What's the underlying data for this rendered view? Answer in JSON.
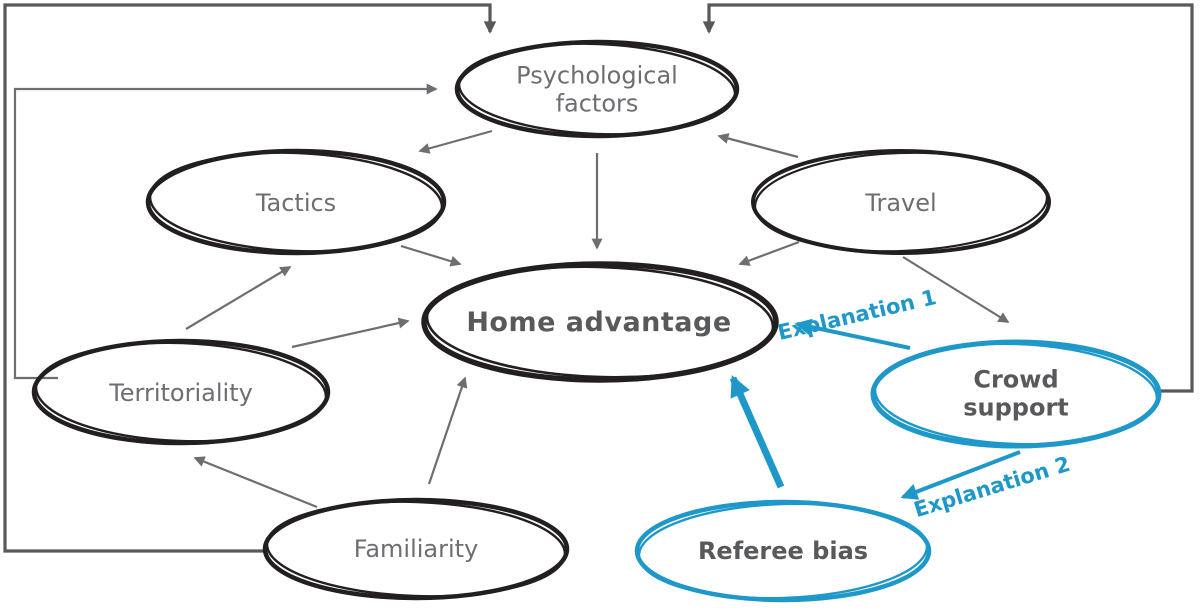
{
  "diagram": {
    "background": "#ffffff",
    "colors": {
      "node_stroke_black": "#231f20",
      "node_stroke_blue": "#1e97c9",
      "arrow_gray_thin": "#6d6e71",
      "arrow_gray_outer": "#58595b",
      "label_gray": "#6d6e71",
      "label_gray_bold": "#58595b",
      "edge_label_blue": "#1e97c9"
    },
    "nodes": [
      {
        "id": "psychological-factors",
        "label": "Psychological factors",
        "style": "plain-black"
      },
      {
        "id": "tactics",
        "label": "Tactics",
        "style": "plain-black"
      },
      {
        "id": "travel",
        "label": "Travel",
        "style": "plain-black"
      },
      {
        "id": "home-advantage",
        "label": "Home advantage",
        "style": "bold-black"
      },
      {
        "id": "territoriality",
        "label": "Territoriality",
        "style": "plain-black"
      },
      {
        "id": "familiarity",
        "label": "Familiarity",
        "style": "plain-black"
      },
      {
        "id": "crowd-support",
        "label": "Crowd support",
        "style": "bold-blue"
      },
      {
        "id": "referee-bias",
        "label": "Referee bias",
        "style": "bold-blue"
      }
    ],
    "edges": [
      {
        "from": "psychological-factors",
        "to": "tactics",
        "color": "gray"
      },
      {
        "from": "psychological-factors",
        "to": "home-advantage",
        "color": "gray"
      },
      {
        "from": "travel",
        "to": "psychological-factors",
        "color": "gray"
      },
      {
        "from": "travel",
        "to": "home-advantage",
        "color": "gray"
      },
      {
        "from": "travel",
        "to": "crowd-support",
        "color": "gray"
      },
      {
        "from": "tactics",
        "to": "home-advantage",
        "color": "gray"
      },
      {
        "from": "territoriality",
        "to": "tactics",
        "color": "gray"
      },
      {
        "from": "territoriality",
        "to": "home-advantage",
        "color": "gray"
      },
      {
        "from": "territoriality",
        "to": "psychological-factors",
        "color": "gray",
        "route": "left-bracket"
      },
      {
        "from": "familiarity",
        "to": "territoriality",
        "color": "gray"
      },
      {
        "from": "familiarity",
        "to": "home-advantage",
        "color": "gray"
      },
      {
        "from": "familiarity",
        "to": "psychological-factors",
        "color": "gray",
        "route": "outer-left-top"
      },
      {
        "from": "crowd-support",
        "to": "psychological-factors",
        "color": "gray",
        "route": "outer-right-top"
      },
      {
        "from": "crowd-support",
        "to": "home-advantage",
        "color": "blue",
        "label": "Explanation 1"
      },
      {
        "from": "crowd-support",
        "to": "referee-bias",
        "color": "blue",
        "label": "Explanation 2"
      },
      {
        "from": "referee-bias",
        "to": "home-advantage",
        "color": "blue",
        "style": "thick"
      }
    ],
    "edge_labels": {
      "explanation1": "Explanation 1",
      "explanation2": "Explanation 2"
    }
  }
}
